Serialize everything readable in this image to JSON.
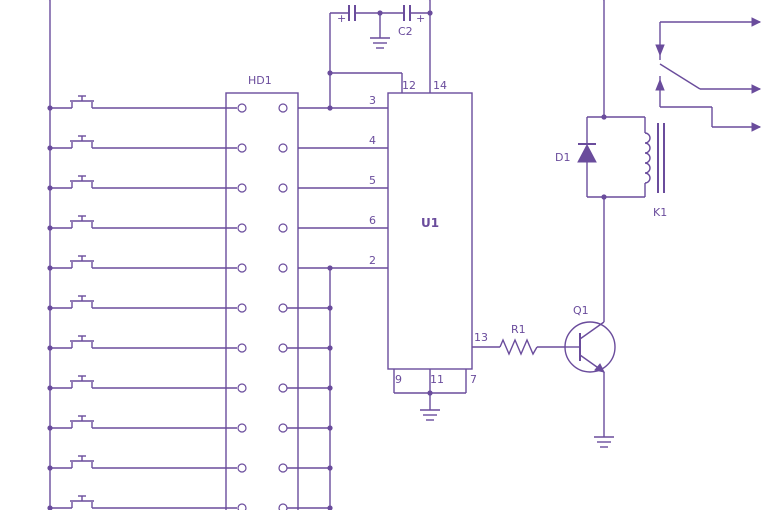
{
  "labels": {
    "hd1": "HD1",
    "u1": "U1",
    "c2": "C2",
    "d1": "D1",
    "k1": "K1",
    "q1": "Q1",
    "r1": "R1",
    "plus_left": "+",
    "plus_right": "+"
  },
  "pins": {
    "p12": "12",
    "p14": "14",
    "p3": "3",
    "p4": "4",
    "p5": "5",
    "p6": "6",
    "p2": "2",
    "p13": "13",
    "p9": "9",
    "p11": "11",
    "p7": "7"
  },
  "colors": {
    "wire": "#6a4c9c",
    "background": "#ffffff"
  }
}
